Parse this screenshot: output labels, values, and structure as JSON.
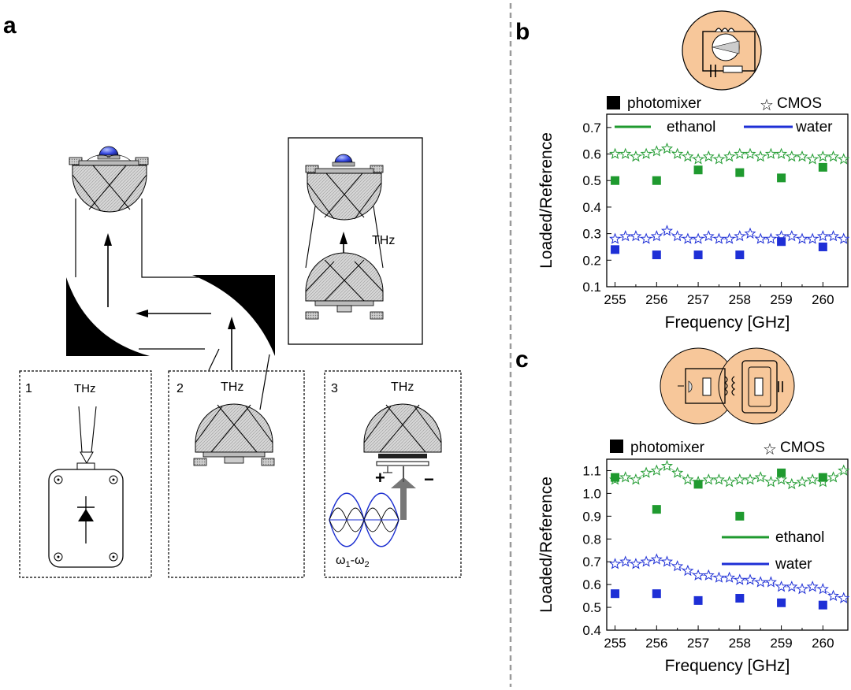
{
  "panel_labels": {
    "a": "a",
    "b": "b",
    "c": "c"
  },
  "panel_a": {
    "box1": {
      "number": "1",
      "label": "THz"
    },
    "box2": {
      "number": "2",
      "label": "THz"
    },
    "box3": {
      "number": "3",
      "label": "THz",
      "plus": "+",
      "minus": "−",
      "omega_main": "ω",
      "sub1": "1",
      "dash": "-ω",
      "sub2": "2"
    },
    "inset_label": "THz"
  },
  "legend_markers": {
    "photomixer": "photomixer",
    "cmos": "CMOS"
  },
  "colors": {
    "ethanol": "#1f9a2f",
    "water": "#1e2fd6",
    "inset_bg": "#f7c79a"
  },
  "chart_data": [
    {
      "id": "b",
      "type": "scatter",
      "xlabel": "Frequency [GHz]",
      "ylabel": "Loaded/Reference",
      "xlim": [
        254.8,
        260.6
      ],
      "ylim": [
        0.1,
        0.75
      ],
      "xticks": [
        255,
        256,
        257,
        258,
        259,
        260
      ],
      "yticks": [
        0.1,
        0.2,
        0.3,
        0.4,
        0.5,
        0.6,
        0.7
      ],
      "xtick_labels": [
        "255",
        "256",
        "257",
        "258",
        "259",
        "260"
      ],
      "ytick_labels": [
        "0.1",
        "0.2",
        "0.3",
        "0.4",
        "0.5",
        "0.6",
        "0.7"
      ],
      "legend": {
        "ethanol": "ethanol",
        "water": "water"
      },
      "photomixer": [
        {
          "name": "ethanol",
          "x": [
            255,
            256,
            257,
            258,
            259,
            260
          ],
          "y": [
            0.5,
            0.5,
            0.54,
            0.53,
            0.51,
            0.55
          ]
        },
        {
          "name": "water",
          "x": [
            255,
            256,
            257,
            258,
            259,
            260
          ],
          "y": [
            0.24,
            0.22,
            0.22,
            0.22,
            0.27,
            0.25
          ]
        }
      ],
      "cmos": [
        {
          "name": "ethanol",
          "x": [
            255.0,
            255.25,
            255.5,
            255.75,
            256.0,
            256.25,
            256.5,
            256.75,
            257.0,
            257.25,
            257.5,
            257.75,
            258.0,
            258.25,
            258.5,
            258.75,
            259.0,
            259.25,
            259.5,
            259.75,
            260.0,
            260.25,
            260.5
          ],
          "y": [
            0.6,
            0.6,
            0.59,
            0.6,
            0.61,
            0.62,
            0.6,
            0.59,
            0.58,
            0.59,
            0.58,
            0.59,
            0.6,
            0.6,
            0.59,
            0.6,
            0.6,
            0.59,
            0.59,
            0.58,
            0.59,
            0.59,
            0.58
          ]
        },
        {
          "name": "water",
          "x": [
            255.0,
            255.25,
            255.5,
            255.75,
            256.0,
            256.25,
            256.5,
            256.75,
            257.0,
            257.25,
            257.5,
            257.75,
            258.0,
            258.25,
            258.5,
            258.75,
            259.0,
            259.25,
            259.5,
            259.75,
            260.0,
            260.25,
            260.5
          ],
          "y": [
            0.28,
            0.29,
            0.29,
            0.28,
            0.29,
            0.31,
            0.29,
            0.28,
            0.28,
            0.29,
            0.28,
            0.28,
            0.29,
            0.3,
            0.28,
            0.28,
            0.29,
            0.29,
            0.28,
            0.28,
            0.29,
            0.29,
            0.28
          ]
        }
      ]
    },
    {
      "id": "c",
      "type": "scatter",
      "xlabel": "Frequency [GHz]",
      "ylabel": "Loaded/Reference",
      "xlim": [
        254.8,
        260.6
      ],
      "ylim": [
        0.4,
        1.15
      ],
      "xticks": [
        255,
        256,
        257,
        258,
        259,
        260
      ],
      "yticks": [
        0.4,
        0.5,
        0.6,
        0.7,
        0.8,
        0.9,
        1.0,
        1.1
      ],
      "xtick_labels": [
        "255",
        "256",
        "257",
        "258",
        "259",
        "260"
      ],
      "ytick_labels": [
        "0.4",
        "0.5",
        "0.6",
        "0.7",
        "0.8",
        "0.9",
        "1.0",
        "1.1"
      ],
      "legend": {
        "ethanol": "ethanol",
        "water": "water"
      },
      "photomixer": [
        {
          "name": "ethanol",
          "x": [
            255,
            256,
            257,
            258,
            259,
            260
          ],
          "y": [
            1.07,
            0.93,
            1.04,
            0.9,
            1.09,
            1.07
          ]
        },
        {
          "name": "water",
          "x": [
            255,
            256,
            257,
            258,
            259,
            260
          ],
          "y": [
            0.56,
            0.56,
            0.53,
            0.54,
            0.52,
            0.51
          ]
        }
      ],
      "cmos": [
        {
          "name": "ethanol",
          "x": [
            255.0,
            255.25,
            255.5,
            255.75,
            256.0,
            256.25,
            256.5,
            256.75,
            257.0,
            257.25,
            257.5,
            257.75,
            258.0,
            258.25,
            258.5,
            258.75,
            259.0,
            259.25,
            259.5,
            259.75,
            260.0,
            260.25,
            260.5
          ],
          "y": [
            1.06,
            1.07,
            1.06,
            1.09,
            1.1,
            1.12,
            1.09,
            1.06,
            1.05,
            1.06,
            1.06,
            1.05,
            1.06,
            1.06,
            1.07,
            1.05,
            1.06,
            1.04,
            1.05,
            1.06,
            1.05,
            1.07,
            1.1
          ]
        },
        {
          "name": "water",
          "x": [
            255.0,
            255.25,
            255.5,
            255.75,
            256.0,
            256.25,
            256.5,
            256.75,
            257.0,
            257.25,
            257.5,
            257.75,
            258.0,
            258.25,
            258.5,
            258.75,
            259.0,
            259.25,
            259.5,
            259.75,
            260.0,
            260.25,
            260.5
          ],
          "y": [
            0.69,
            0.7,
            0.69,
            0.7,
            0.71,
            0.7,
            0.68,
            0.66,
            0.64,
            0.64,
            0.63,
            0.63,
            0.62,
            0.62,
            0.61,
            0.61,
            0.59,
            0.59,
            0.58,
            0.59,
            0.58,
            0.55,
            0.54
          ]
        }
      ]
    }
  ]
}
